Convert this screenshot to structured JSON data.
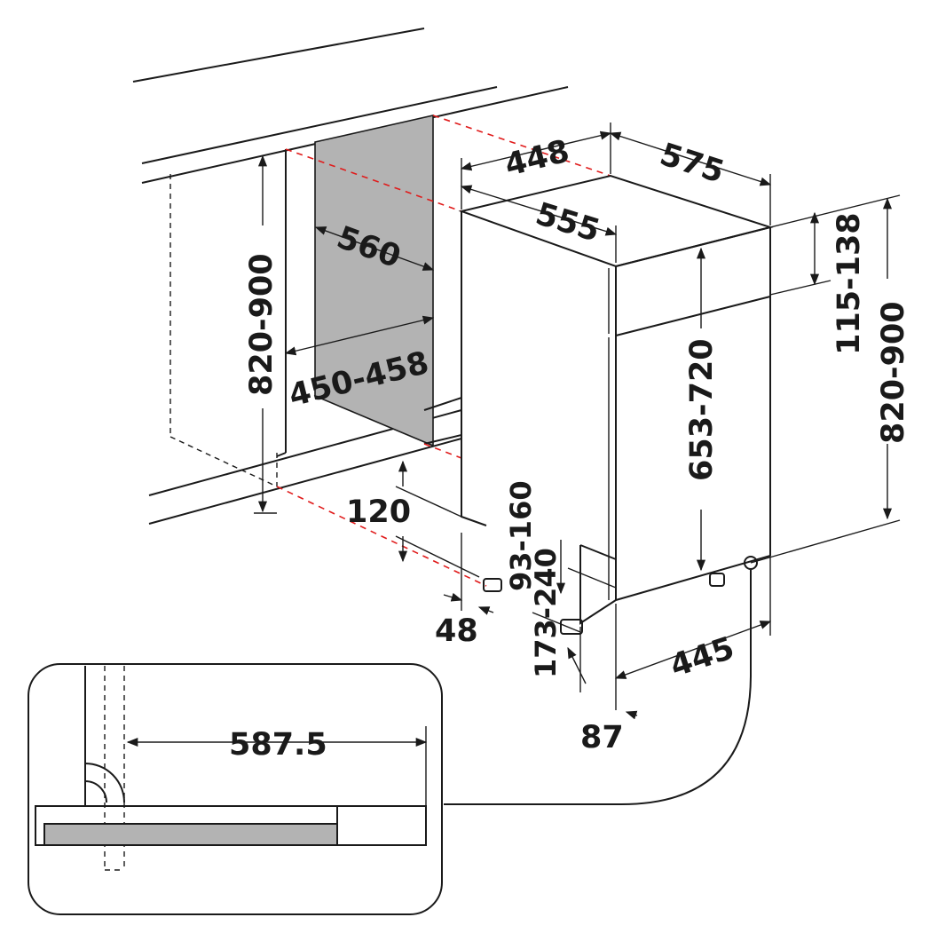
{
  "colors": {
    "line": "#1a1a1a",
    "niche_fill": "#b3b3b3",
    "guide_red": "#e01b1b",
    "background": "#ffffff"
  },
  "dimensions": {
    "top_depth_448": "448",
    "top_width_575": "575",
    "top_depth_555": "555",
    "niche_depth_560": "560",
    "niche_width_450_458": "450-458",
    "niche_height_820_900": "820-900",
    "door_height_653_720": "653-720",
    "top_gap_115_138": "115-138",
    "right_height_820_900": "820-900",
    "kick_120": "120",
    "plinth_93_160": "93-160",
    "plinth_173_240": "173-240",
    "left_offset_48": "48",
    "bottom_width_445": "445",
    "bottom_offset_87": "87",
    "inset_587_5": "587.5"
  }
}
